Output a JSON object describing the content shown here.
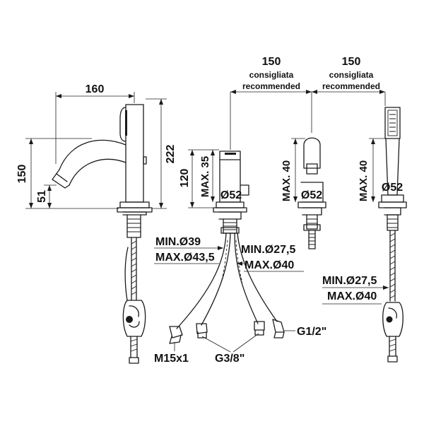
{
  "spout": {
    "width": "160",
    "height_total": "222",
    "height_left": "150",
    "spout_height": "51"
  },
  "mixer": {
    "spacing": "150",
    "recommended_it": "consigliata",
    "recommended_en": "recommended",
    "max_top": "MAX. 35",
    "height": "120",
    "diameter": "Ø52",
    "hole_min": "MIN.Ø39",
    "hole_max": "MAX.Ø43,5",
    "hole_min_small": "MIN.Ø27,5",
    "hole_max_small": "MAX.Ø40"
  },
  "diverter": {
    "spacing": "150",
    "recommended_it": "consigliata",
    "recommended_en": "recommended",
    "max_top": "MAX. 40",
    "diameter": "Ø52"
  },
  "handshower": {
    "max_top": "MAX. 40",
    "diameter": "Ø52",
    "hole_min": "MIN.Ø27,5",
    "hole_max": "MAX.Ø40"
  },
  "connections": {
    "g12": "G1/2\"",
    "m15": "M15x1",
    "g38": "G3/8\""
  }
}
